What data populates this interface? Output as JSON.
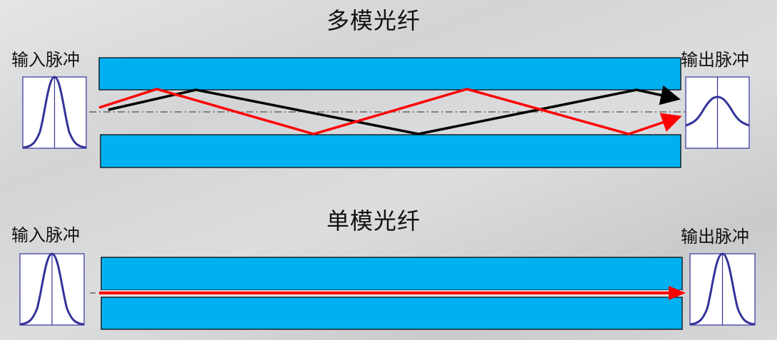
{
  "multimode": {
    "title": "多模光纤",
    "input_label": "输入脉冲",
    "output_label": "输出脉冲",
    "input_pulse": "narrow",
    "output_pulse": "broadened",
    "rays": [
      {
        "name": "higher-order-mode-ray",
        "color": "#ff0000"
      },
      {
        "name": "lower-order-mode-ray",
        "color": "#000000"
      }
    ]
  },
  "singlemode": {
    "title": "单模光纤",
    "input_label": "输入脉冲",
    "output_label": "输出脉冲",
    "input_pulse": "narrow",
    "output_pulse": "narrow",
    "rays": [
      {
        "name": "straight-ray",
        "color": "#ff0000"
      }
    ]
  },
  "colors": {
    "cladding": "#00b0f0",
    "core": "#dcdddf",
    "pulse_curve": "#333399",
    "ray_red": "#ff0000",
    "ray_black": "#000000",
    "axis": "#666666"
  }
}
